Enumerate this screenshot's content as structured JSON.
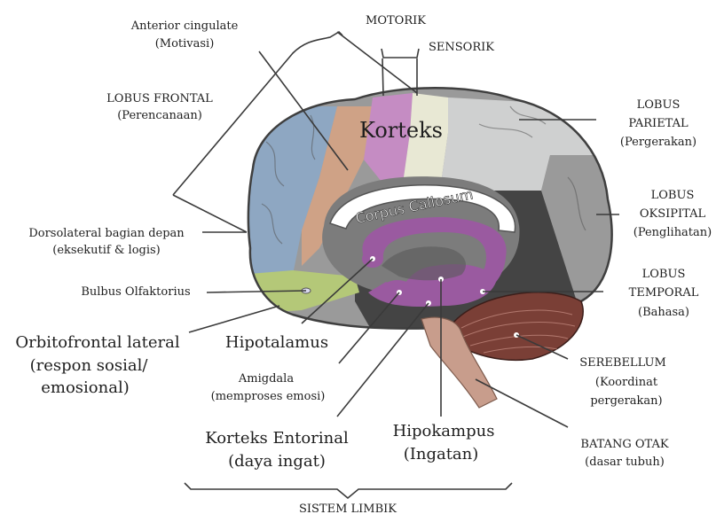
{
  "labels": {
    "motorik": "MOTORIK",
    "sensorik": "SENSORIK",
    "anterior_cingulate": "Anterior cingulate",
    "anterior_cingulate_sub": "(Motivasi)",
    "lobus_frontal": "LOBUS FRONTAL",
    "lobus_frontal_sub": "(Perencanaan)",
    "korteks": "Korteks",
    "corpus_callosum": "Corpus Callosum",
    "lobus_parietal_1": "LOBUS",
    "lobus_parietal_2": "PARIETAL",
    "lobus_parietal_sub": "(Pergerakan)",
    "lobus_oksipital_1": "LOBUS",
    "lobus_oksipital_2": "OKSIPITAL",
    "lobus_oksipital_sub": "(Penglihatan)",
    "dorsolateral": "Dorsolateral bagian depan",
    "dorsolateral_sub": "(eksekutif & logis)",
    "bulbus": "Bulbus Olfaktorius",
    "lobus_temporal_1": "LOBUS",
    "lobus_temporal_2": "TEMPORAL",
    "lobus_temporal_sub": "(Bahasa)",
    "orbitofrontal_1": "Orbitofrontal lateral",
    "orbitofrontal_2": "(respon sosial/",
    "orbitofrontal_3": "emosional)",
    "hipotalamus": "Hipotalamus",
    "amigdala": "Amigdala",
    "amigdala_sub": "(memproses emosi)",
    "serebellum": "SEREBELLUM",
    "serebellum_sub1": "(Koordinat",
    "serebellum_sub2": "pergerakan)",
    "korteks_entorinal_1": "Korteks Entorinal",
    "korteks_entorinal_2": "(daya ingat)",
    "hipokampus_1": "Hipokampus",
    "hipokampus_2": "(Ingatan)",
    "batang_otak": "BATANG OTAK",
    "batang_otak_sub": "(dasar tubuh)",
    "sistem_limbik": "SISTEM LIMBIK"
  },
  "colors": {
    "frontal": "#8ea7c2",
    "frontal_dark": "#6f8aa8",
    "orange": "#cfa286",
    "motor": "#c58cc3",
    "sensory": "#e8e8d4",
    "parietal": "#cfd0d0",
    "occipital": "#9a9a9a",
    "temporal": "#444444",
    "limbic": "#9a5aa0",
    "inner_grey": "#7c7c7c",
    "olfactory": "#b4c878",
    "cerebellum": "#7a3f36",
    "brainstem": "#c89d8c"
  }
}
